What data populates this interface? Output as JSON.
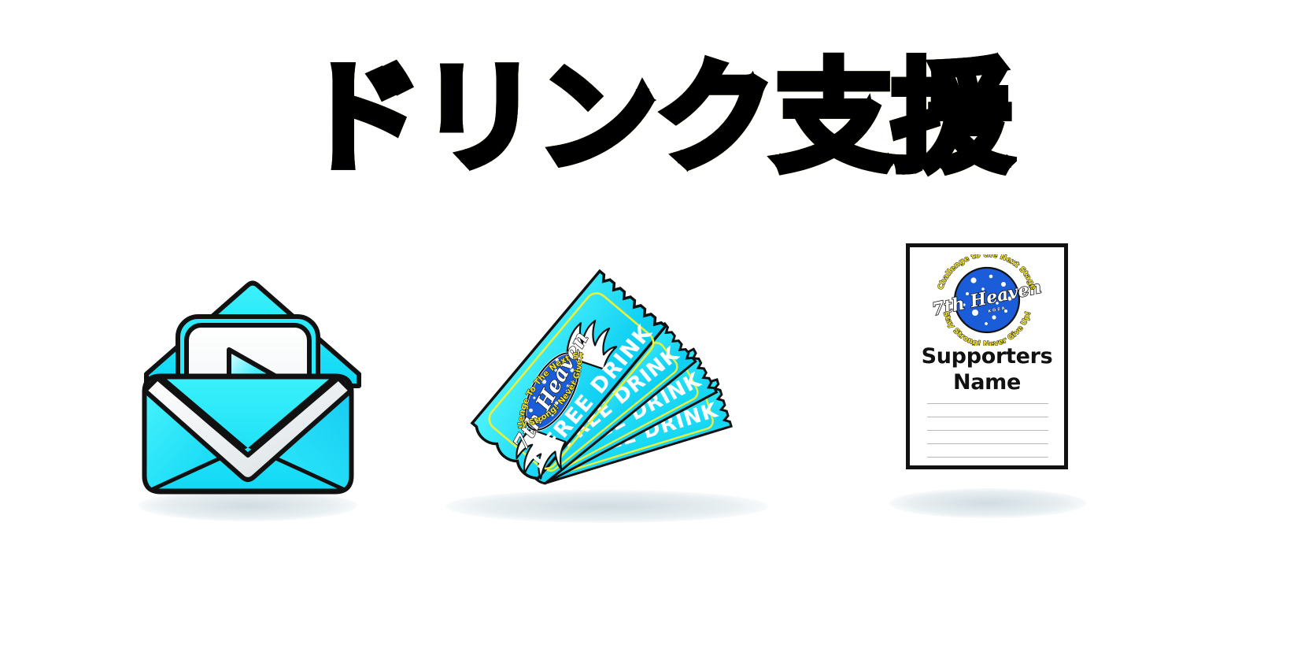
{
  "page": {
    "title": "ドリンク支援",
    "background_color": "#ffffff",
    "title_colors": {
      "fill_top": "#fffb8a",
      "fill_mid": "#ffe600",
      "fill_bottom": "#e8b400",
      "outline": "#000000"
    },
    "accent_cyan": "#22E6F5",
    "accent_cyan_dark": "#00C8F0",
    "logo_blue": "#1B5CD8",
    "ticket_border_yellow": "#EAF03A"
  },
  "items": [
    {
      "id": "video-message",
      "icon": "envelope-with-play-icon",
      "parts": {
        "envelope": "envelope",
        "media": "play-button"
      }
    },
    {
      "id": "drink-tickets",
      "icon": "drink-ticket-stack-icon",
      "ticket_count": 4,
      "ticket_label": "1 FREE DRINK",
      "logo": {
        "brand": "7th Heaven",
        "sub": "KOZA",
        "top_arc": "Challenge To The Next Stage",
        "bottom_arc": "Stay Strong! Never Give Up!"
      }
    },
    {
      "id": "supporters-card",
      "icon": "supporters-name-card-icon",
      "logo": {
        "brand": "7th Heaven",
        "sub": "KOZA",
        "top_arc": "Challenge to the Next Stage",
        "bottom_arc": "Stay Strong! Never Give Up!"
      },
      "heading_line1": "Supporters",
      "heading_line2": "Name",
      "rule_count": 5
    }
  ]
}
